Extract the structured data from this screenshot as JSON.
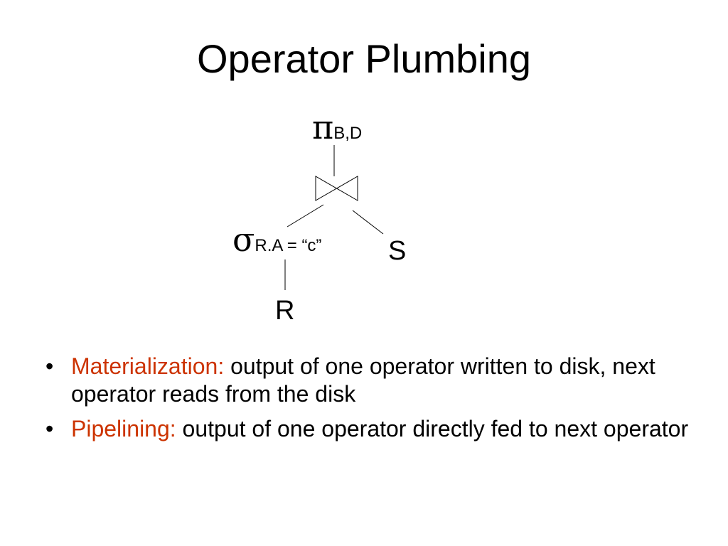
{
  "slide": {
    "title": "Operator Plumbing"
  },
  "tree": {
    "projection": {
      "symbol": "π",
      "subscript": "B,D"
    },
    "join": {
      "icon": "bowtie-join-icon"
    },
    "selection": {
      "symbol": "σ",
      "subscript": "R.A = “c”"
    },
    "left_leaf": "R",
    "right_leaf": "S"
  },
  "bullets": [
    {
      "marker": "•",
      "term": "Materialization:",
      "text": " output of one operator written to disk, next operator reads from the disk"
    },
    {
      "marker": "•",
      "term": "Pipelining:",
      "text": " output of one operator directly fed to next operator"
    }
  ],
  "colors": {
    "term": "#cc3300",
    "text": "#000000",
    "background": "#ffffff"
  }
}
